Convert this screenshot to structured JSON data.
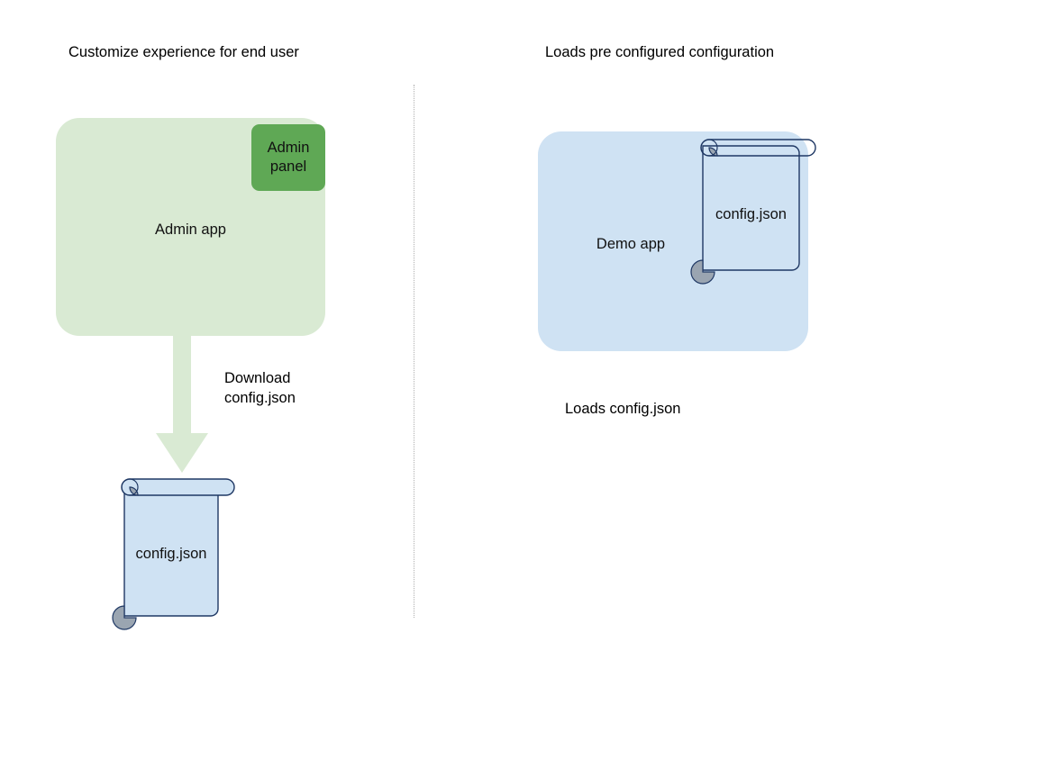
{
  "diagram": {
    "left_column": {
      "heading": "Customize experience for end user",
      "app_box": {
        "label": "Admin app",
        "fill": "#d9ead3"
      },
      "panel_chip": {
        "label": "Admin\npanel",
        "fill": "#5fa855"
      },
      "arrow": {
        "label_line1": "Download",
        "label_line2": "config.json",
        "fill": "#d9ead3"
      },
      "document": {
        "label": "config.json",
        "fill": "#cfe2f3",
        "stroke": "#1f3864",
        "curl_fill": "#9aa5b1"
      }
    },
    "right_column": {
      "heading": "Loads pre configured configuration",
      "app_box": {
        "label": "Demo app",
        "fill": "#cfe2f3"
      },
      "document": {
        "label": "config.json",
        "fill": "none",
        "stroke": "#1f3864",
        "curl_fill": "#9aa5b1"
      },
      "caption": "Loads config.json"
    },
    "divider": {
      "color": "#b0b0b0",
      "style": "dotted"
    }
  }
}
